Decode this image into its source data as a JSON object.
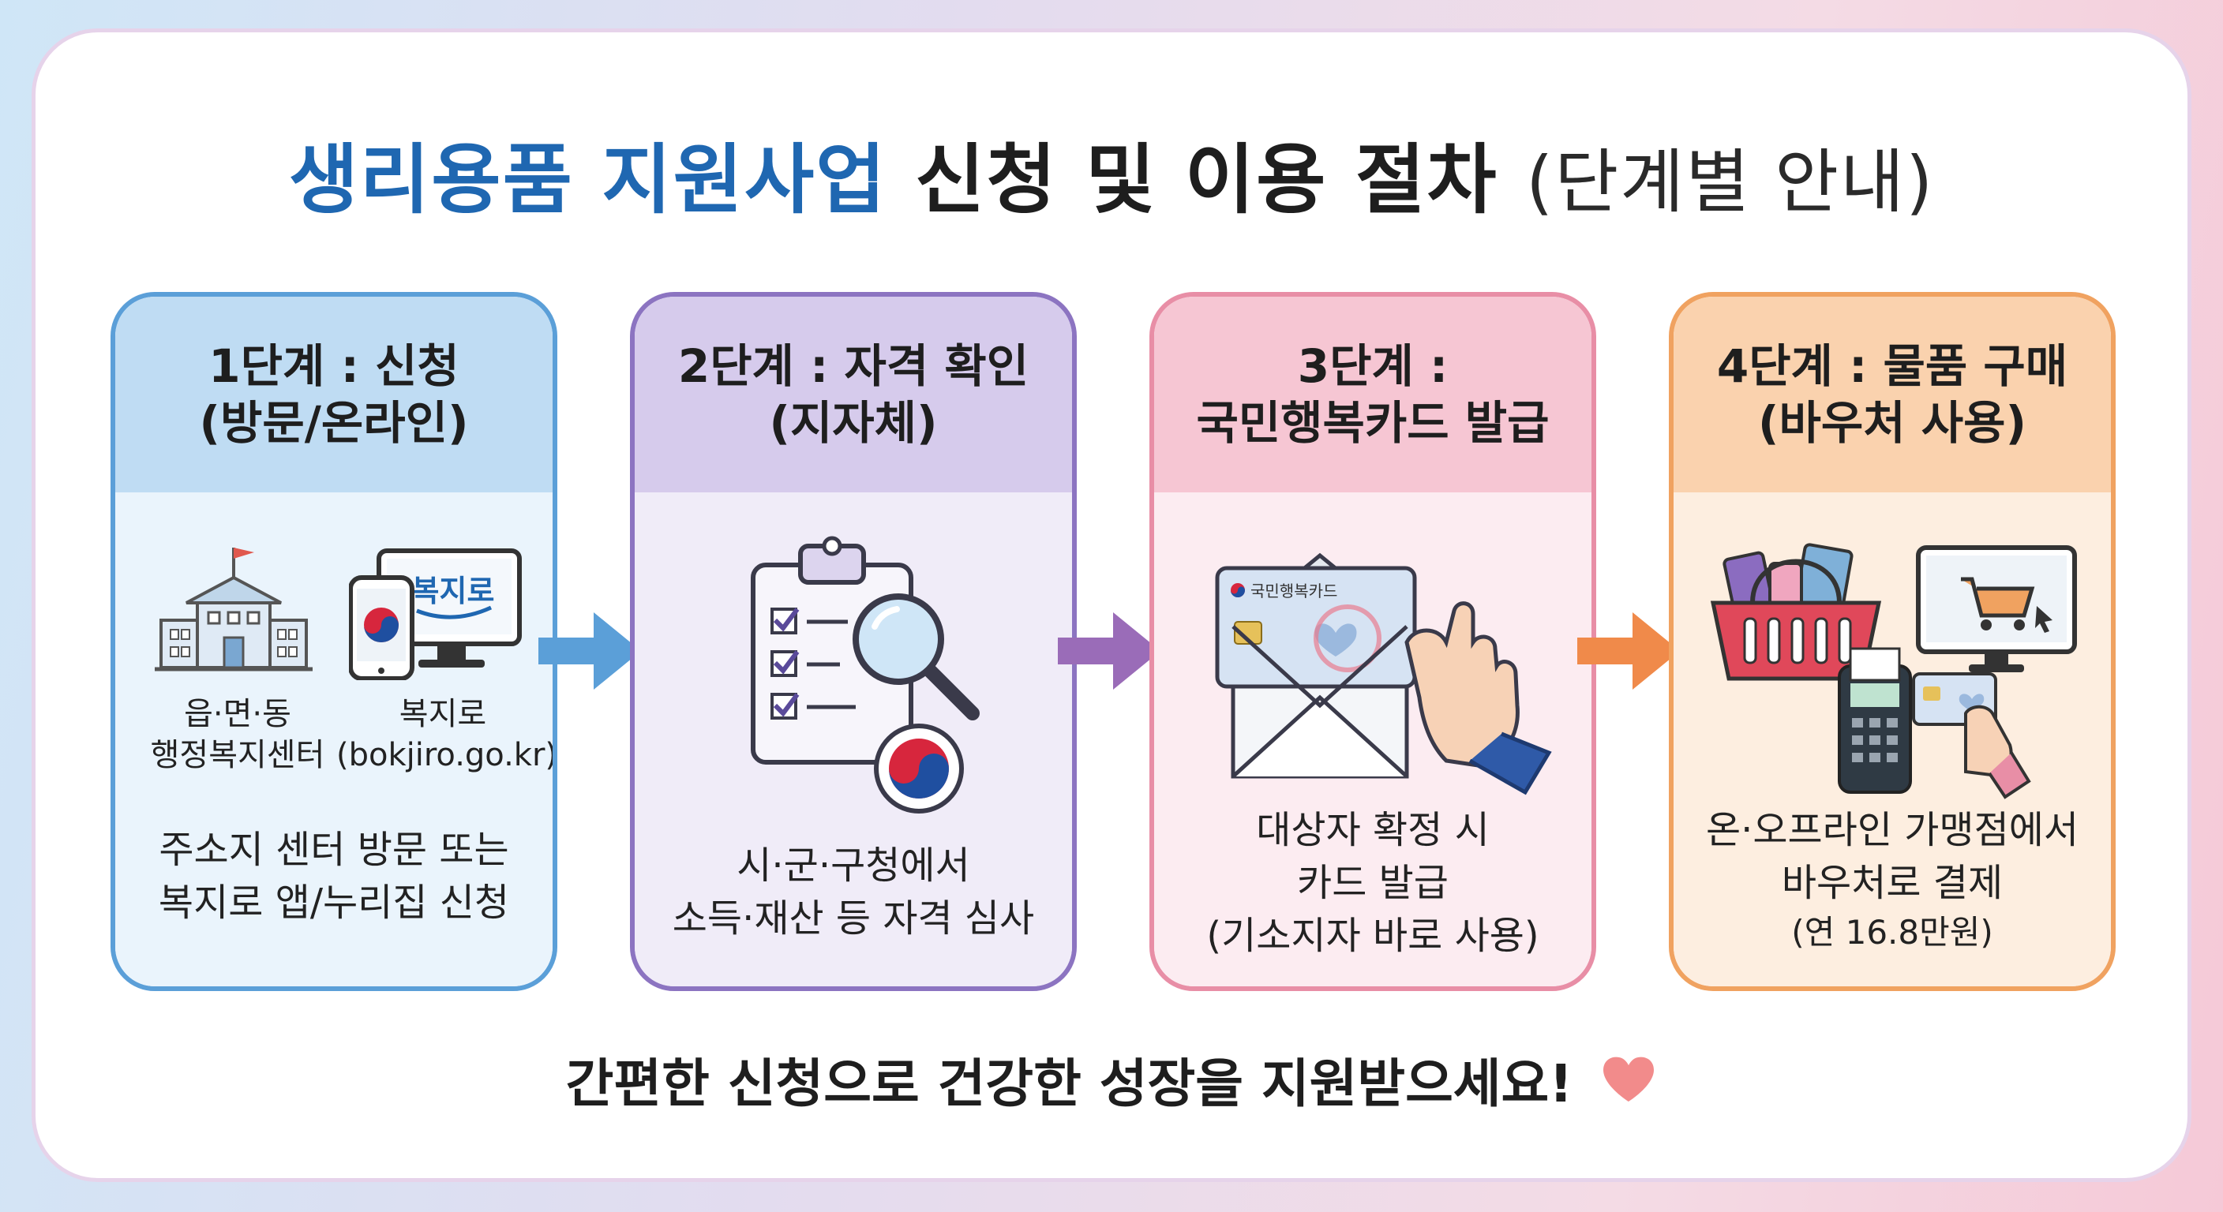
{
  "title": {
    "highlight": "생리용품 지원사업",
    "main": "신청 및 이용 절차",
    "sub": "(단계별 안내)"
  },
  "steps": [
    {
      "title_line1": "1단계 : 신청",
      "title_line2": "(방문/온라인)",
      "icon_label_1_line1": "읍·면·동",
      "icon_label_1_line2": "행정복지센터",
      "icon_label_2_line1": "복지로",
      "icon_label_2_line2": "(bokjiro.go.kr)",
      "screen_text": "복지로",
      "desc_line1": "주소지 센터 방문 또는",
      "desc_line2": "복지로 앱/누리집 신청"
    },
    {
      "title_line1": "2단계 : 자격 확인",
      "title_line2": "(지자체)",
      "desc_line1": "시·군·구청에서",
      "desc_line2": "소득·재산 등 자격 심사"
    },
    {
      "title_line1": "3단계 :",
      "title_line2": "국민행복카드 발급",
      "card_text": "국민행복카드",
      "desc_line1": "대상자 확정 시",
      "desc_line2": "카드 발급",
      "desc_line3": "(기소지자 바로 사용)"
    },
    {
      "title_line1": "4단계 : 물품 구매",
      "title_line2": "(바우처 사용)",
      "desc_line1": "온·오프라인 가맹점에서",
      "desc_line2": "바우처로 결제",
      "desc_line3": "(연 16.8만원)"
    }
  ],
  "footer": {
    "text": "간편한 신청으로 건강한 성장을 지원받으세요!"
  },
  "colors": {
    "title_blue": "#1f67b1",
    "step1": "#5b9fd8",
    "step2": "#8c74c1",
    "step3": "#e88ea6",
    "step4": "#f0a260",
    "heart": "#f28b8b"
  },
  "icons": [
    "building-icon",
    "monitor-phone-icon",
    "clipboard-checklist-icon",
    "magnifier-icon",
    "taeguk-emblem-icon",
    "envelope-card-icon",
    "hand-icon",
    "shopping-basket-icon",
    "card-terminal-icon",
    "online-shopping-monitor-icon",
    "arrow-right-icon",
    "heart-icon"
  ]
}
